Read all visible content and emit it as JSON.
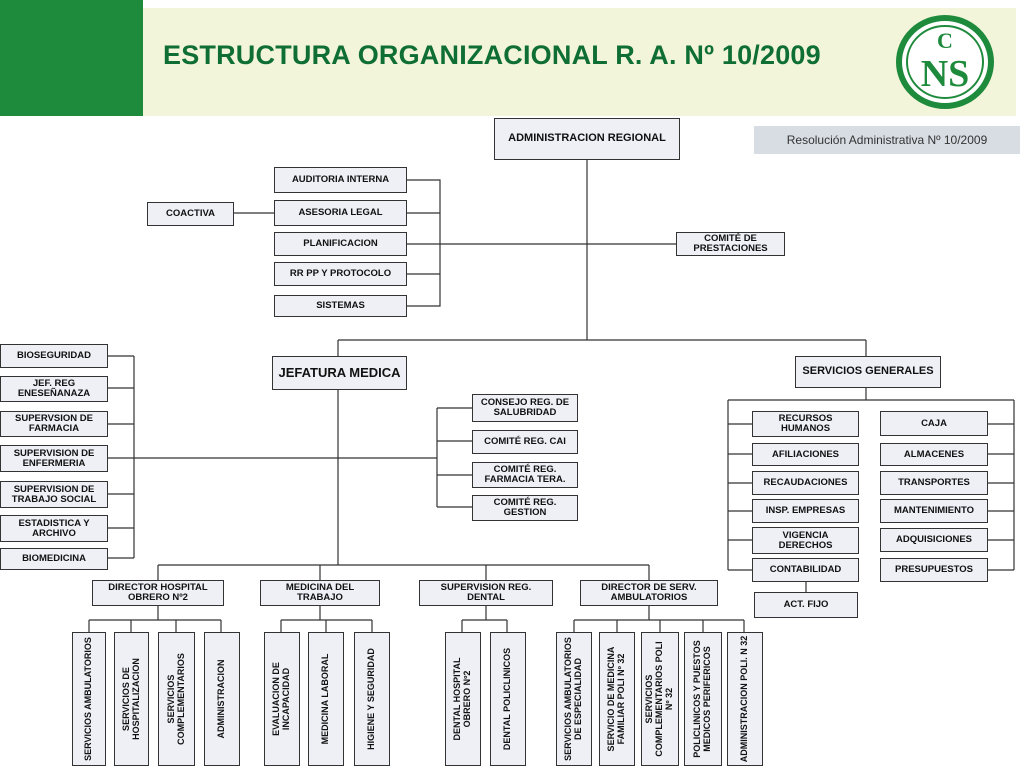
{
  "header": {
    "title": "ESTRUCTURA ORGANIZACIONAL R. A. Nº 10/2009",
    "logo_text": "CNS",
    "logo_top_letter": "C",
    "logo_bottom_letters": "NS",
    "resolution": "Resolución Administrativa Nº 10/2009",
    "brand_color": "#1e8a3c"
  },
  "org": {
    "root": "ADMINISTRACION REGIONAL",
    "staff_left": [
      "AUDITORIA INTERNA",
      "ASESORIA LEGAL",
      "PLANIFICACION",
      "RR PP Y PROTOCOLO",
      "SISTEMAS"
    ],
    "coactiva": "COACTIVA",
    "comite_prestaciones": "COMITÉ DE PRESTACIONES",
    "jefatura": "JEFATURA MEDICA",
    "servicios_generales": "SERVICIOS GENERALES",
    "jefatura_left": [
      "BIOSEGURIDAD",
      "JEF. REG ENESEÑANAZA",
      "SUPERVSION DE FARMACIA",
      "SUPERVISION DE ENFERMERIA",
      "SUPERVISION DE TRABAJO SOCIAL",
      "ESTADISTICA Y ARCHIVO",
      "BIOMEDICINA"
    ],
    "committees": [
      "CONSEJO REG. DE SALUBRIDAD",
      "COMITÉ REG. CAI",
      "COMITÉ REG. FARMACIA TERA.",
      "COMITÉ REG. GESTION"
    ],
    "rrhh": "RECURSOS HUMANOS",
    "rrhh_children": [
      "AFILIACIONES",
      "RECAUDACIONES",
      "INSP. EMPRESAS",
      "VIGENCIA DERECHOS",
      "CONTABILIDAD",
      "ACT. FIJO"
    ],
    "caja": "CAJA",
    "caja_children": [
      "ALMACENES",
      "TRANSPORTES",
      "MANTENIMIENTO",
      "ADQUISICIONES",
      "PRESUPUESTOS"
    ],
    "directors": [
      "DIRECTOR HOSPITAL OBRERO Nº2",
      "MEDICINA DEL TRABAJO",
      "SUPERVISION REG. DENTAL",
      "DIRECTOR DE SERV. AMBULATORIOS"
    ],
    "dir1_children": [
      "SERVICIOS AMBULATORIOS",
      "SERVICIOS DE HOSPITALIZACION",
      "SERVICIOS COMPLEMENTARIOS",
      "ADMINISTRACION"
    ],
    "dir2_children": [
      "EVALUACION DE INCAPACIDAD",
      "MEDICINA LABORAL",
      "HIGIENE Y SEGURIDAD"
    ],
    "dir3_children": [
      "DENTAL HOSPITAL OBRERO Nº2",
      "DENTAL POLICLINICOS"
    ],
    "dir4_children": [
      "SERVICIOS AMBULATORIOS DE ESPECIALIDAD",
      "SERVICIO DE MEDICINA FAMILIAR POLI Nº 32",
      "SERVICIOS COMPLEMENTARIOS POLI Nº 32",
      "POLICLINICOS Y PUESTOS MEDICOS PERIFERICOS",
      "ADMINISTRACION POLI. N 32"
    ]
  }
}
